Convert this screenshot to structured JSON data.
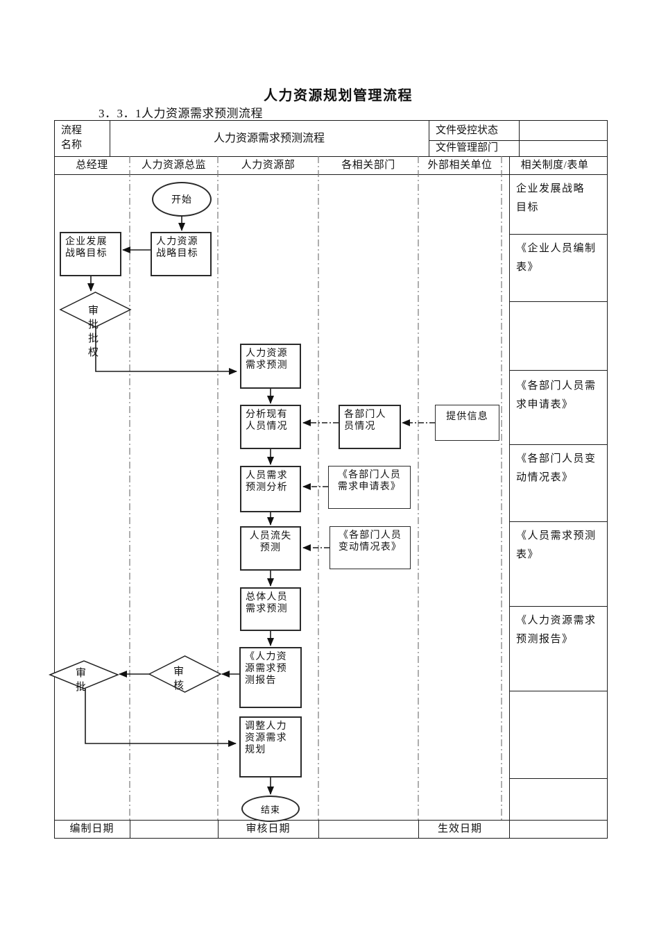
{
  "page": {
    "title": "人力资源规划管理流程",
    "subtitle": "3．3．1人力资源需求预测流程",
    "background": "#ffffff"
  },
  "colors": {
    "table_line": "#1c1c1c",
    "lane_line": "#777777",
    "box_border": "#2a2a2a",
    "text": "#111111"
  },
  "info_table": {
    "process_name_label": "流程名称",
    "process_name_value": "人力资源需求预测流程",
    "controlled_state_label": "文件受控状态",
    "controlled_state_value": "",
    "managing_dept_label": "文件管理部门",
    "managing_dept_value": ""
  },
  "lanes": [
    "总经理",
    "人力资源总监",
    "人力资源部",
    "各相关部门",
    "外部相关单位",
    "相关制度/表单"
  ],
  "flow": {
    "start_label": "开始",
    "end_label": "结束",
    "nodes": {
      "hr_strategy": "人力资源\n战略目标",
      "corp_strategy": "企业发展\n战略目标",
      "approve_authority": "审批批权",
      "demand_forecast": "人力资源\n需求预测",
      "analyze_current": "分析现有\n人员情况",
      "dept_staff": "各部门人\n员情况",
      "provide_info": "提供信息",
      "demand_analysis": "人员需求\n预测分析",
      "form_request": "《各部门人员\n需求申请表》",
      "attrition": "人员流失\n预测",
      "form_change": "《各部门人员\n变动情况表》",
      "total_demand": "总体人员\n需求预测",
      "report": "《人力资\n源需求预\n测报告",
      "review": "审核",
      "approve": "审批",
      "adjust": "调整人力\n资源需求\n规划"
    }
  },
  "forms_column": {
    "items": [
      "企业发展战略\n目标",
      "《企业人员编制\n表》",
      "",
      "《各部门人员需\n求申请表》",
      "《各部门人员变\n动情况表》",
      "《人员需求预测\n表》",
      "《人力资源需求\n预测报告》",
      "",
      ""
    ]
  },
  "footer": {
    "compile_date_label": "编制日期",
    "review_date_label": "审核日期",
    "effective_date_label": "生效日期"
  }
}
